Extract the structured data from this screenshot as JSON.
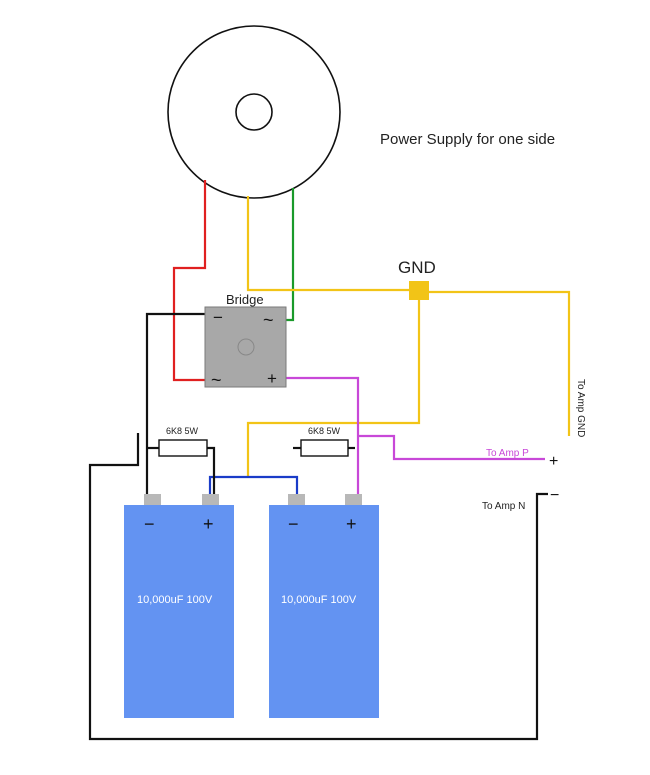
{
  "title": "Power Supply for one side",
  "gnd_label": "GND",
  "bridge": {
    "label": "Bridge",
    "minus": "−",
    "plus": "+",
    "ac_top": "~",
    "ac_bottom": "~"
  },
  "resistors": [
    {
      "label": "6K8 5W"
    },
    {
      "label": "6K8 5W"
    }
  ],
  "capacitors": [
    {
      "label": "10,000uF 100V",
      "minus": "−",
      "plus": "+"
    },
    {
      "label": "10,000uF 100V",
      "minus": "−",
      "plus": "+"
    }
  ],
  "outputs": {
    "amp_gnd": "To Amp GND",
    "amp_p": "To Amp P",
    "amp_n": "To Amp N",
    "plus_sign": "+",
    "minus_sign": "−"
  },
  "colors": {
    "red_wire": "#e02020",
    "green_wire": "#1a9a2a",
    "yellow_wire": "#f2c417",
    "purple_wire": "#c848d8",
    "black_wire": "#111111",
    "blue_wire": "#1a3cc8",
    "capacitor_fill": "#6393f2",
    "bridge_fill": "#a8a8a8",
    "gnd_node": "#f2c417",
    "terminal": "#b8b8b8",
    "amp_p_text": "#c848d8"
  }
}
